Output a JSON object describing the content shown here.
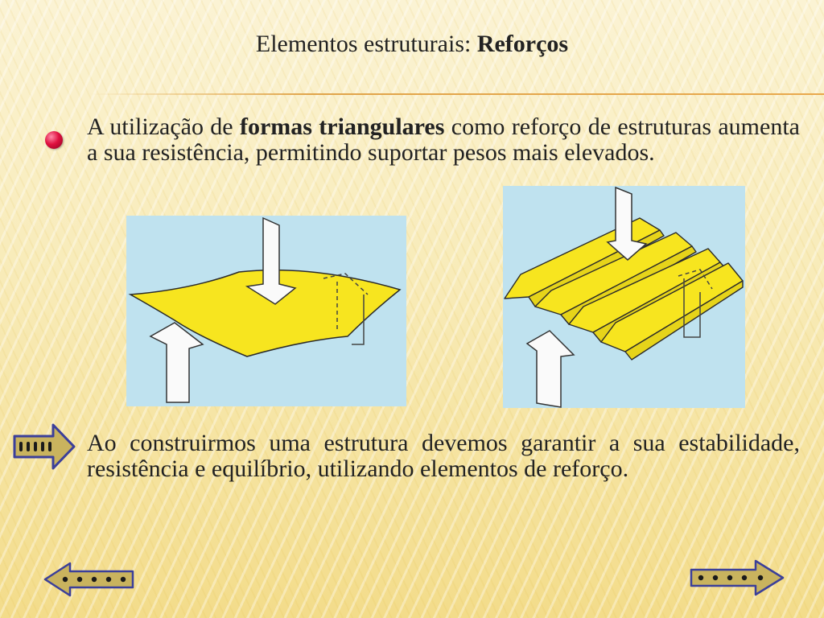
{
  "title": {
    "prefix": "Elementos estruturais: ",
    "bold": "Reforços"
  },
  "paragraph1": {
    "before": "A utilização de ",
    "bold": "formas triangulares",
    "after": " como reforço de estruturas aumenta a sua resistência, permitindo suportar pesos mais elevados."
  },
  "paragraph2": {
    "text": "Ao construirmos uma estrutura devemos garantir a sua estabilidade, resistência e equilíbrio, utilizando elementos de reforço."
  },
  "icons": {
    "bullet": "bullet-dot-icon",
    "pointer": "right-arrow-icon",
    "prev": "previous-slide-arrow-icon",
    "next": "next-slide-arrow-icon"
  },
  "colors": {
    "sheet": "#f7e51f",
    "sky": "#bfe2ef",
    "accent_rule": "#e0a44a",
    "bullet": "#e0103f",
    "arrow_fill": "#c9b35e",
    "arrow_stroke": "#3b3f9a"
  }
}
